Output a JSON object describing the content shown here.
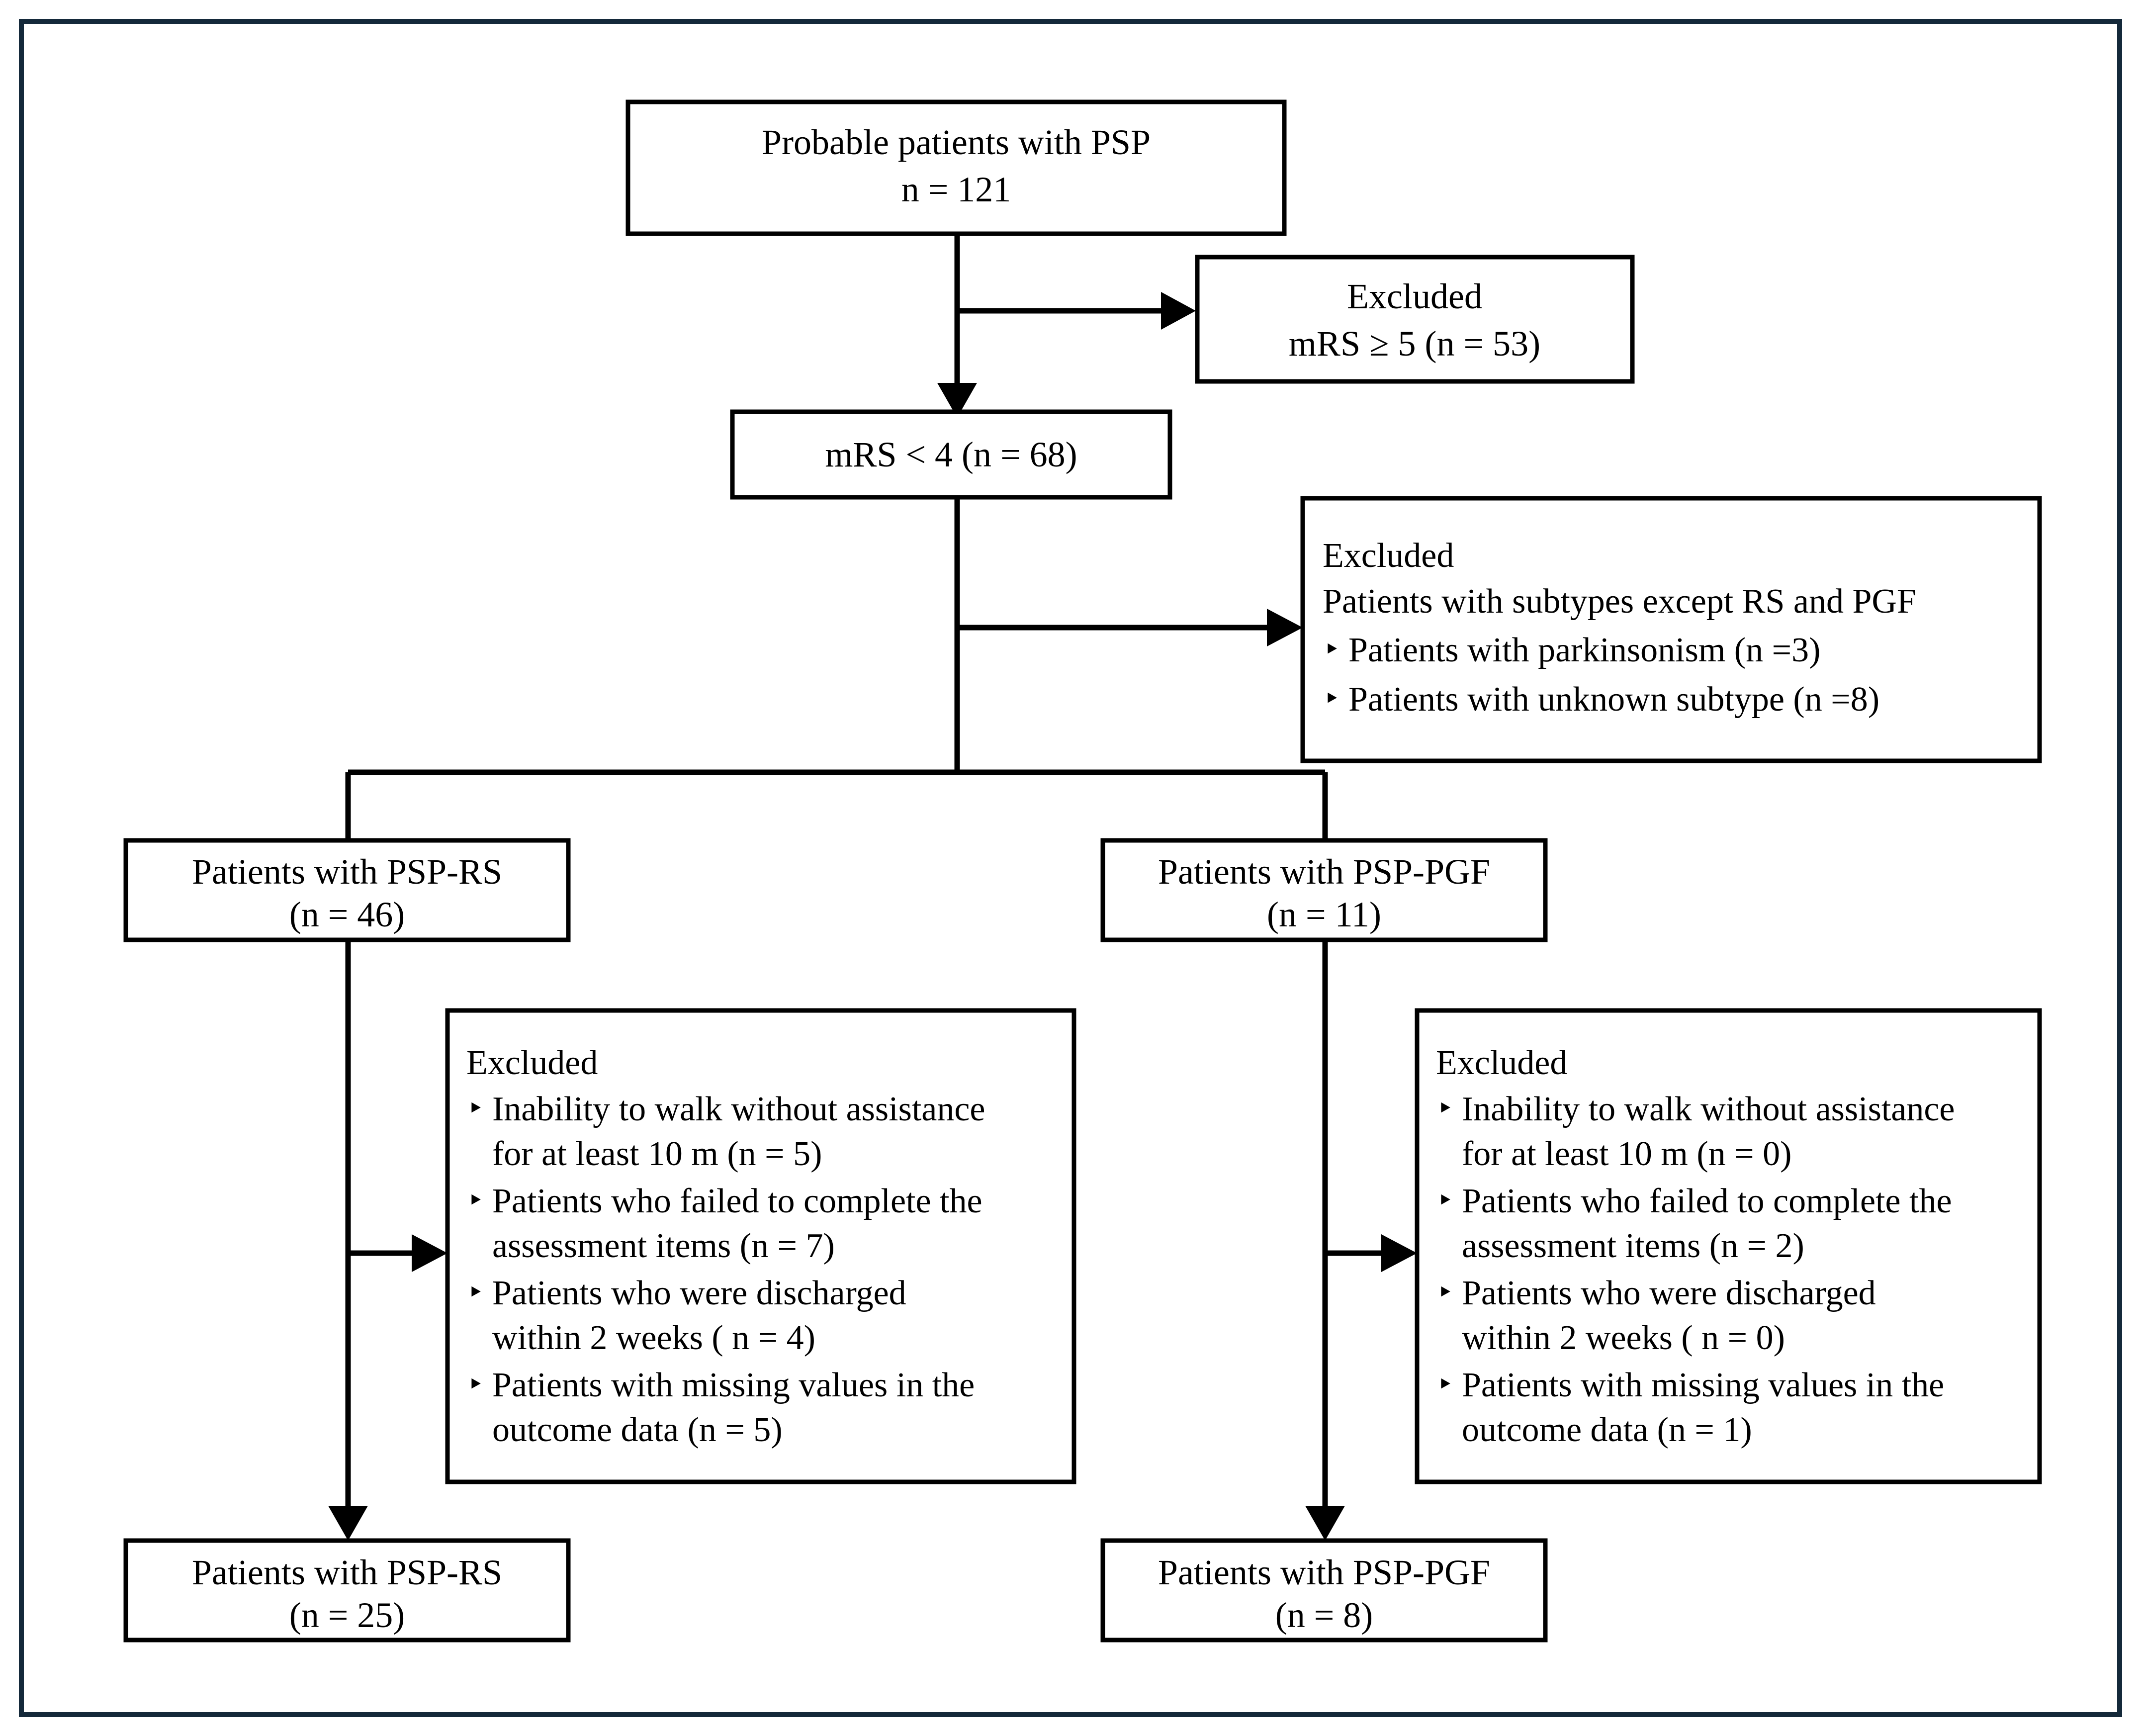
{
  "figure": {
    "type": "flowchart",
    "title": "PSP patient selection flow diagram",
    "frame_color": "#14293a",
    "line_color": "#000000",
    "box_fill": "#ffffff"
  },
  "nodes": {
    "source": {
      "id": "source",
      "lines": [
        "Probable patients with PSP",
        "n = 121"
      ],
      "n": 121,
      "align": "center"
    },
    "excluded_mrs": {
      "id": "excluded_mrs",
      "lines": [
        "Excluded",
        "mRS ≥ 5 (n = 53)"
      ],
      "n": 53,
      "align": "center"
    },
    "mrs_lt4": {
      "id": "mrs_lt4",
      "lines": [
        "mRS < 4 (n = 68)"
      ],
      "n": 68,
      "align": "center"
    },
    "excluded_subtypes": {
      "id": "excluded_subtypes",
      "heading": "Excluded",
      "subheading": "Patients with subtypes except RS and PGF",
      "bullets": [
        "Patients with parkinsonism (n =3)",
        "Patients with unknown subtype (n =8)"
      ],
      "align": "left"
    },
    "psp_rs": {
      "id": "psp_rs",
      "lines": [
        "Patients with PSP-RS",
        "(n = 46)"
      ],
      "n": 46,
      "align": "center"
    },
    "psp_pgf": {
      "id": "psp_pgf",
      "lines": [
        "Patients with PSP-PGF",
        "(n = 11)"
      ],
      "n": 11,
      "align": "center"
    },
    "excluded_rs": {
      "id": "excluded_rs",
      "heading": "Excluded",
      "bullets": [
        [
          "Inability to walk without assistance",
          "for at least 10 m (n = 5)"
        ],
        [
          "Patients who failed to complete the",
          "assessment items (n = 7)"
        ],
        [
          "Patients   who   were   discharged",
          "within 2 weeks ( n = 4)"
        ],
        [
          "Patients with missing values in the",
          "outcome data (n = 5)"
        ]
      ],
      "align": "left"
    },
    "excluded_pgf": {
      "id": "excluded_pgf",
      "heading": "Excluded",
      "bullets": [
        [
          "Inability to walk without assistance",
          "for at least 10 m (n = 0)"
        ],
        [
          "Patients who failed to complete the",
          "assessment items (n = 2)"
        ],
        [
          "Patients   who   were   discharged",
          "within 2 weeks ( n = 0)"
        ],
        [
          "Patients with missing values in the",
          "outcome data (n = 1)"
        ]
      ],
      "align": "left"
    },
    "final_rs": {
      "id": "final_rs",
      "lines": [
        "Patients with PSP-RS",
        "(n = 25)"
      ],
      "n": 25,
      "align": "center"
    },
    "final_pgf": {
      "id": "final_pgf",
      "lines": [
        "Patients with PSP-PGF",
        "(n = 8)"
      ],
      "n": 8,
      "align": "center"
    }
  },
  "bullet_glyph": "‣",
  "edges": [
    {
      "from": "source",
      "to": "mrs_lt4",
      "kind": "vertical-arrow"
    },
    {
      "from": "source",
      "to": "excluded_mrs",
      "kind": "branch-right-arrow"
    },
    {
      "from": "mrs_lt4",
      "to": "excluded_subtypes",
      "kind": "branch-right-arrow"
    },
    {
      "from": "mrs_lt4",
      "to": "psp_rs",
      "kind": "split-left"
    },
    {
      "from": "mrs_lt4",
      "to": "psp_pgf",
      "kind": "split-right"
    },
    {
      "from": "psp_rs",
      "to": "excluded_rs",
      "kind": "branch-right-arrow"
    },
    {
      "from": "psp_rs",
      "to": "final_rs",
      "kind": "vertical-arrow"
    },
    {
      "from": "psp_pgf",
      "to": "excluded_pgf",
      "kind": "branch-right-arrow"
    },
    {
      "from": "psp_pgf",
      "to": "final_pgf",
      "kind": "vertical-arrow"
    }
  ]
}
